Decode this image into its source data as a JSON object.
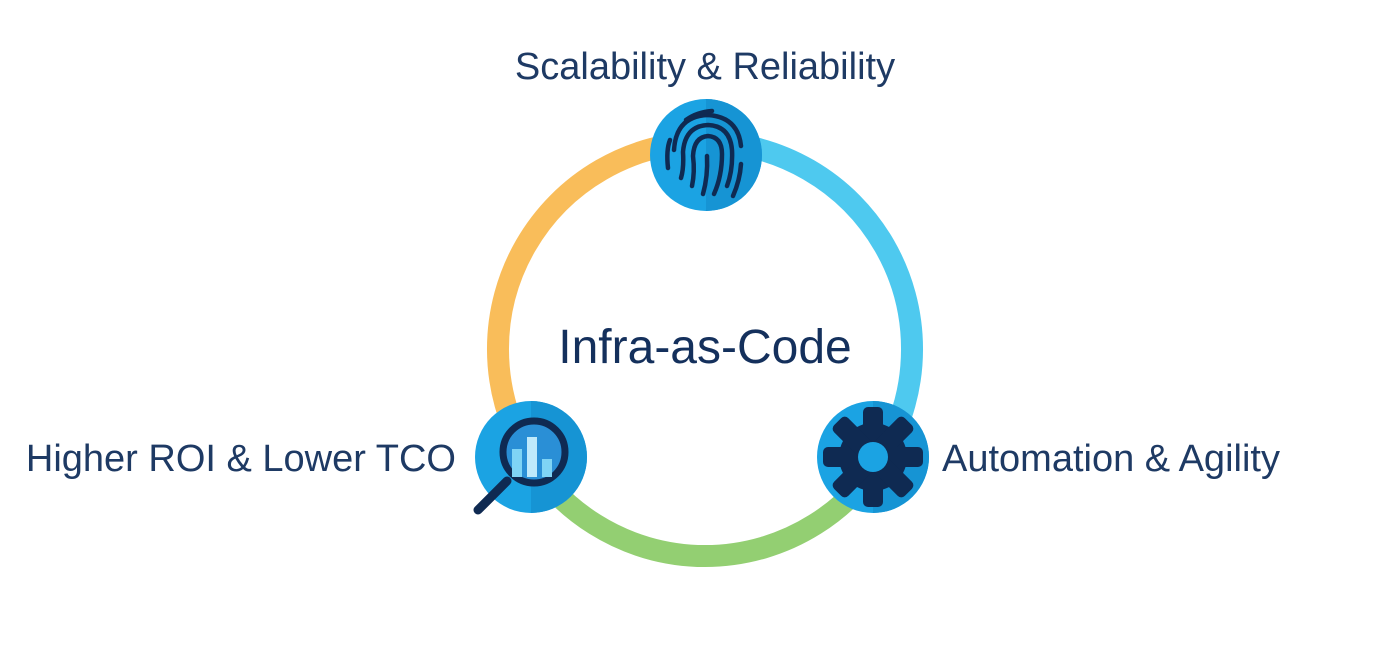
{
  "diagram": {
    "center_label": "Infra-as-Code",
    "nodes": [
      {
        "id": "top",
        "label": "Scalability & Reliability",
        "icon": "fingerprint-icon"
      },
      {
        "id": "right",
        "label": "Automation & Agility",
        "icon": "gear-icon"
      },
      {
        "id": "left",
        "label": "Higher ROI & Lower TCO",
        "icon": "magnifier-chart-icon"
      }
    ],
    "ring_colors": {
      "left_arc": "#f9bd5a",
      "right_arc": "#4ec9ef",
      "bottom_arc": "#93cf72"
    },
    "icon_colors": {
      "circle": "#1ba3e3",
      "circle_dark": "#1488c9",
      "glyph": "#0f2a52"
    }
  }
}
